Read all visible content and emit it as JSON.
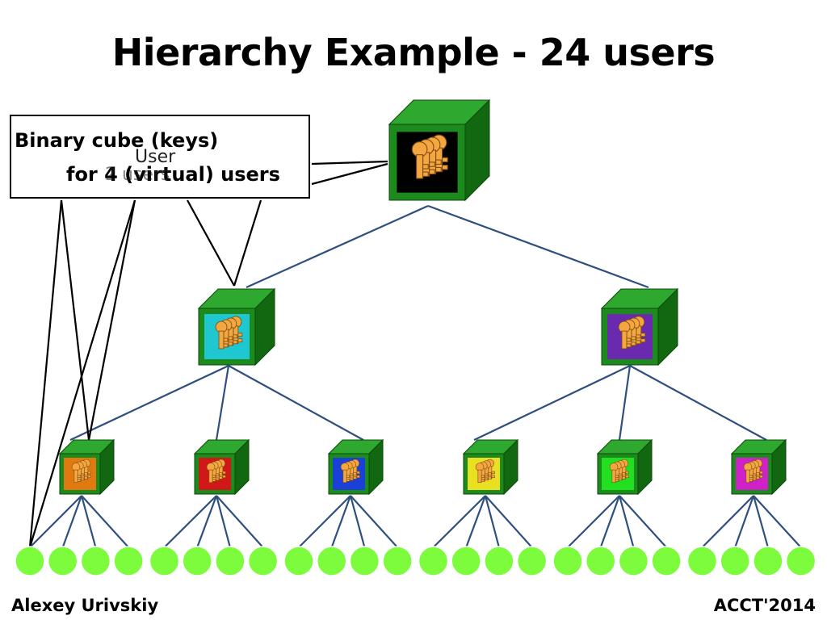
{
  "slide": {
    "title": "Hierarchy Example - 24 users",
    "footer_left": "Alexey Urivskiy",
    "footer_right": "ACCT'2014"
  },
  "callout": {
    "line1": "Binary cube (keys)",
    "line2": "for 4 (virtual) users",
    "overlap_line1": "User",
    "overlap_line2": "2 users"
  },
  "colors": {
    "cube_green": "#1c8a1c",
    "cube_face_light": "#2fa82f",
    "cube_face_dark": "#116811",
    "user_node": "#7cfc3c",
    "tree_line": "#2f4f7f",
    "callout_line": "#000000",
    "key_color": "#f4a640",
    "cube_top_window": "#000000",
    "cube_mid_left_window": "#1fc8d0",
    "cube_mid_right_window": "#6a2ab0",
    "leaf_windows": [
      "#e07a10",
      "#d01818",
      "#1a40d8",
      "#e8e020",
      "#20e020",
      "#d020c8"
    ]
  },
  "icons": {
    "cube": "binary-cube-icon",
    "keys": "keys-icon",
    "user": "user-node-icon"
  },
  "tree": {
    "levels": 3,
    "leaf_cubes": 6,
    "users_per_leaf_cube": 4,
    "total_users": 24
  }
}
